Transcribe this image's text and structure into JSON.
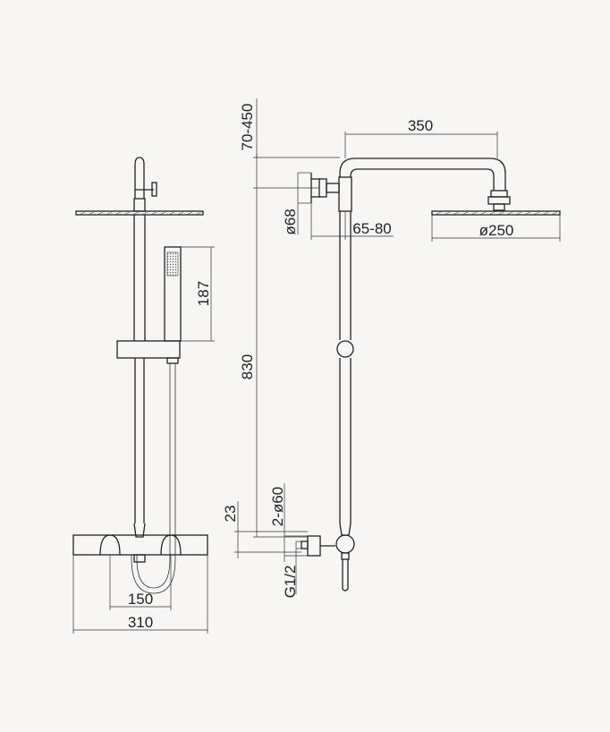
{
  "dimensions": {
    "head_offset": "70-450",
    "arm_length": "350",
    "wall_bracket_dia": "ø68",
    "bracket_offset": "65-80",
    "head_dia": "ø250",
    "handset_length": "187",
    "riser_height": "830",
    "inlet_offset": "23",
    "escutcheon": "2-ø60",
    "inlet_thread": "G1/2",
    "inlet_centers": "150",
    "valve_width": "310"
  },
  "colors": {
    "line": "#222222",
    "background": "#f7f6f4"
  }
}
